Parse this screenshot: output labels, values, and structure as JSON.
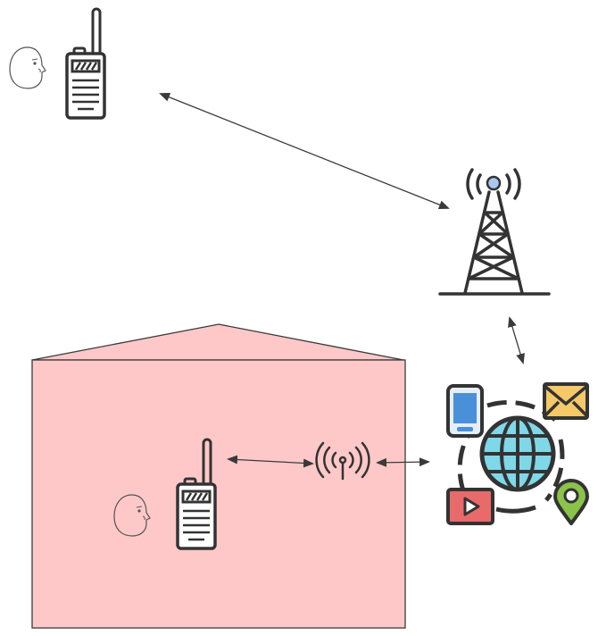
{
  "diagram": {
    "nodes": [
      {
        "id": "remote-person",
        "icon": "face-icon"
      },
      {
        "id": "remote-radio",
        "icon": "walkie-talkie-icon"
      },
      {
        "id": "cell-tower",
        "icon": "cell-tower-icon"
      },
      {
        "id": "building",
        "icon": "house-shape"
      },
      {
        "id": "indoor-person",
        "icon": "face-icon"
      },
      {
        "id": "indoor-radio",
        "icon": "walkie-talkie-icon"
      },
      {
        "id": "indoor-antenna",
        "icon": "wireless-antenna-icon"
      },
      {
        "id": "internet-services",
        "icon": "globe-network-icon"
      }
    ],
    "connections": [
      {
        "from": "remote-radio",
        "to": "cell-tower",
        "bidirectional": true
      },
      {
        "from": "cell-tower",
        "to": "internet-services",
        "bidirectional": true
      },
      {
        "from": "indoor-radio",
        "to": "indoor-antenna",
        "bidirectional": true
      },
      {
        "from": "indoor-antenna",
        "to": "internet-services",
        "bidirectional": true
      }
    ],
    "colors": {
      "building_fill": "#ffc8c8",
      "outline": "#3a3a3a",
      "mail": "#f5c86a",
      "globe": "#7fd8e8",
      "video": "#e86a6a",
      "phone": "#4a90d9",
      "pin": "#8bc34a",
      "tower_top": "#a9c8f0"
    }
  }
}
